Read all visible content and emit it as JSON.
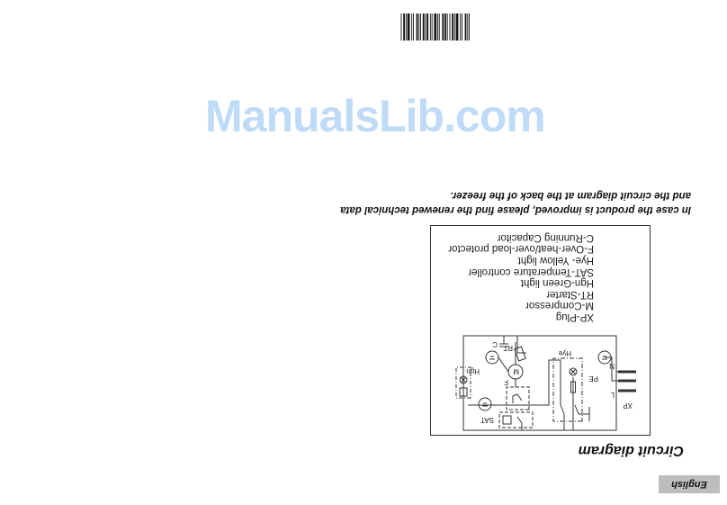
{
  "language_tab": "English",
  "title": "Circuit diagram",
  "legend": [
    "XP-Plug",
    "M-Compressor",
    "RT-Starter",
    "Hgn-Green light",
    "SAT-Temperature controller",
    "Hye- Yellow light",
    "F-Over-heat/over-load protector",
    "C-Running Capacitor"
  ],
  "note": {
    "line1": "In case the product is improved, please find the renewed technical data",
    "line2": "and the circuit diagram at the back of the freezer."
  },
  "diagram_labels": {
    "xp": "XP",
    "l": "L",
    "n": "N",
    "pe": "PE",
    "hye": "Hye",
    "m": "M",
    "f": "F",
    "sat": "SAT",
    "hgn": "Hgn",
    "c": "C",
    "rt": "RT"
  },
  "watermark": "ManualsLib.com",
  "orientation": "rotated 180°"
}
